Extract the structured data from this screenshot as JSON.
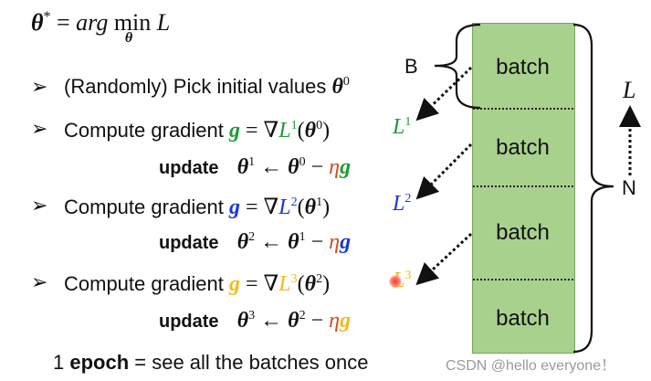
{
  "formula": {
    "theta": "θ",
    "star": "*",
    "equals": " = ",
    "arg": "arg ",
    "min": "min",
    "min_sub": "θ",
    "L": "L"
  },
  "step_pick": {
    "bullet": "➢",
    "text": "(Randomly) Pick initial values ",
    "theta": "θ",
    "sup": "0"
  },
  "steps": [
    {
      "bullet": "➢",
      "label": "Compute gradient ",
      "g": "g",
      "eq": " = ∇",
      "L": "L",
      "L_sup": "1",
      "open": "(",
      "theta": "θ",
      "theta_sup": "0",
      "close": ")",
      "side_L": "L",
      "side_sup": "1",
      "color": "#1f9a39",
      "update_word": "update",
      "upd_theta": "θ",
      "upd_sup_new": "1",
      "arrow": " ← ",
      "upd_theta2": "θ",
      "upd_sup_old": "0",
      "minus": " − ",
      "eta": "η",
      "upd_g": "g"
    },
    {
      "bullet": "➢",
      "label": "Compute gradient ",
      "g": "g",
      "eq": " = ∇",
      "L": "L",
      "L_sup": "2",
      "open": "(",
      "theta": "θ",
      "theta_sup": "1",
      "close": ")",
      "side_L": "L",
      "side_sup": "2",
      "color": "#1739d8",
      "update_word": "update",
      "upd_theta": "θ",
      "upd_sup_new": "2",
      "arrow": " ← ",
      "upd_theta2": "θ",
      "upd_sup_old": "1",
      "minus": " − ",
      "eta": "η",
      "upd_g": "g"
    },
    {
      "bullet": "➢",
      "label": "Compute gradient ",
      "g": "g",
      "eq": " = ∇",
      "L": "L",
      "L_sup": "3",
      "open": "(",
      "theta": "θ",
      "theta_sup": "2",
      "close": ")",
      "side_L": "L",
      "side_sup": "3",
      "color": "#f2b91e",
      "update_word": "update",
      "upd_theta": "θ",
      "upd_sup_new": "3",
      "arrow": " ← ",
      "upd_theta2": "θ",
      "upd_sup_old": "2",
      "minus": " − ",
      "eta": "η",
      "upd_g": "g"
    }
  ],
  "epoch": {
    "number": "1 ",
    "word": "epoch",
    "rest": " = see all the batches once"
  },
  "diagram": {
    "batches": [
      "batch",
      "batch",
      "batch",
      "batch"
    ],
    "B_label": "B",
    "N_label": "N",
    "L_label": "L",
    "box_fill": "#a9d18e"
  },
  "watermark": "CSDN @hello everyone！"
}
